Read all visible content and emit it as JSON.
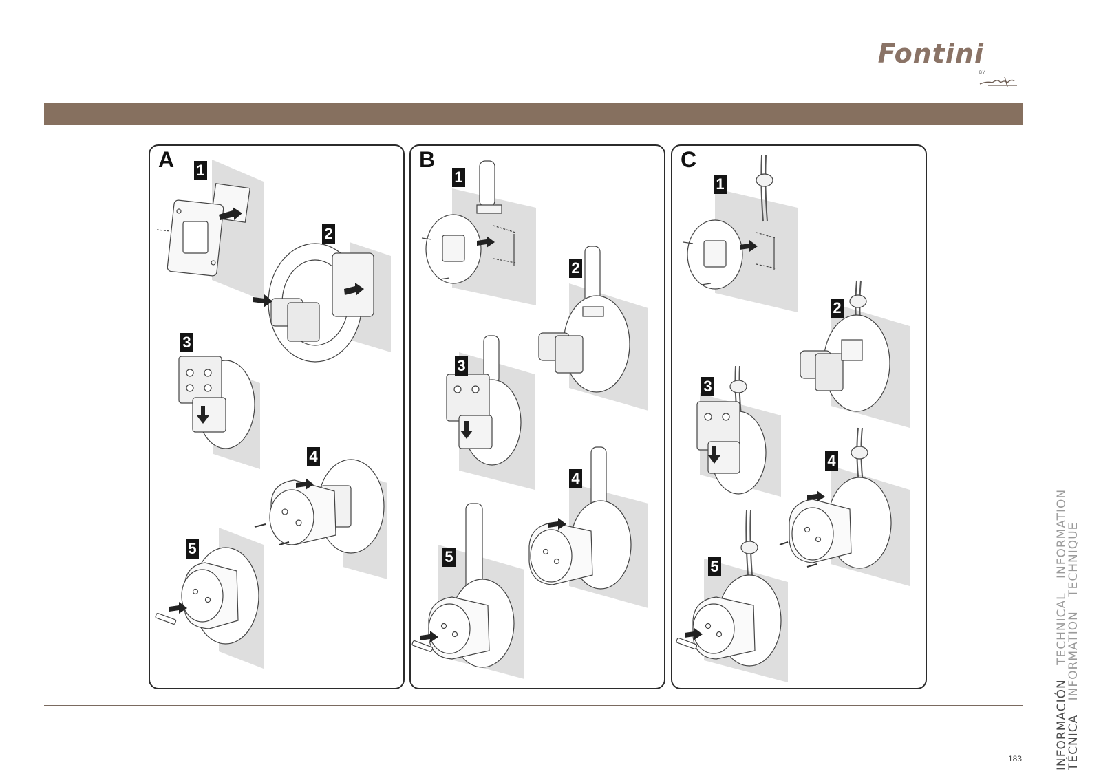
{
  "brand": {
    "name": "Fontini",
    "by": "BY",
    "signature": "Font"
  },
  "panels": [
    {
      "letter": "A",
      "steps": [
        "1",
        "2",
        "3",
        "4",
        "5"
      ]
    },
    {
      "letter": "B",
      "steps": [
        "1",
        "2",
        "3",
        "4",
        "5"
      ]
    },
    {
      "letter": "C",
      "steps": [
        "1",
        "2",
        "3",
        "4",
        "5"
      ]
    }
  ],
  "sidebar": {
    "line1_es": "INFORMACIÓN",
    "line1_en": "TECHNICAL",
    "line1_fr": "INFORMATION",
    "line2_es": "TÉCNICA",
    "line2_en": "INFORMATION",
    "line2_fr": "TECHNIQUE"
  },
  "page_number": "183",
  "colors": {
    "band": "#86705f",
    "brand": "#8a7366",
    "wall_shadow": "#dedede",
    "step_badge": "#141414"
  }
}
